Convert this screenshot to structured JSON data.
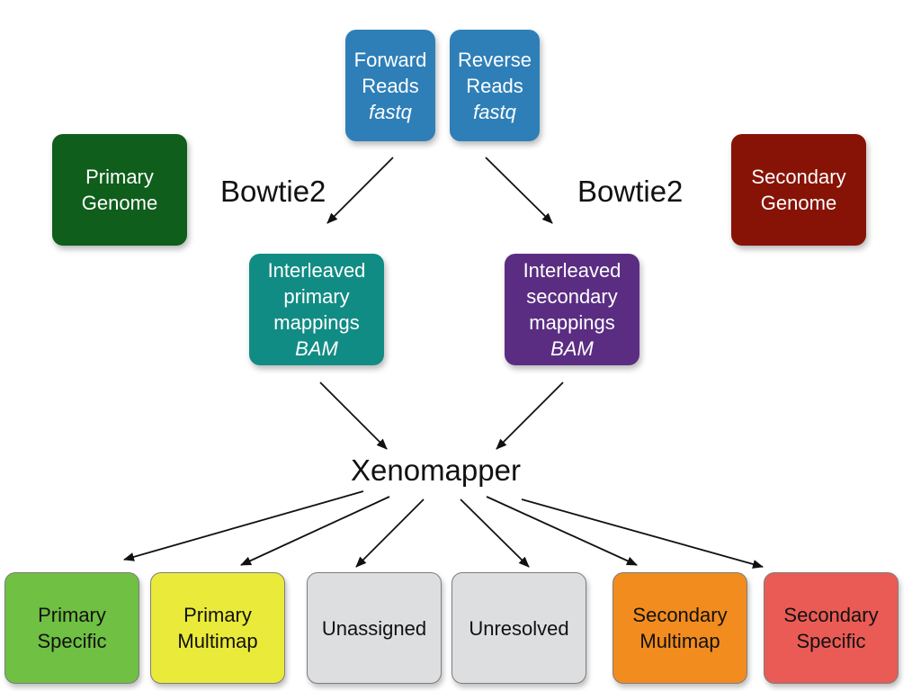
{
  "nodes": {
    "forward_reads": {
      "line1": "Forward",
      "line2": "Reads",
      "line3": "fastq",
      "color": "#2e7fb8"
    },
    "reverse_reads": {
      "line1": "Reverse",
      "line2": "Reads",
      "line3": "fastq",
      "color": "#2e7fb8"
    },
    "primary_genome": {
      "line1": "Primary",
      "line2": "Genome",
      "color": "#0f5e1c"
    },
    "secondary_genome": {
      "line1": "Secondary",
      "line2": "Genome",
      "color": "#871307"
    },
    "primary_mappings": {
      "line1": "Interleaved",
      "line2": "primary",
      "line3": "mappings",
      "line4": "BAM",
      "color": "#118c84"
    },
    "secondary_mappings": {
      "line1": "Interleaved",
      "line2": "secondary",
      "line3": "mappings",
      "line4": "BAM",
      "color": "#5a2d82"
    }
  },
  "labels": {
    "bowtie_left": "Bowtie2",
    "bowtie_right": "Bowtie2",
    "xenomapper": "Xenomapper"
  },
  "outputs": [
    {
      "line1": "Primary",
      "line2": "Specific",
      "color": "#6fc043"
    },
    {
      "line1": "Primary",
      "line2": "Multimap",
      "color": "#eaea3a"
    },
    {
      "line1": "Unassigned",
      "color": "#dddee0"
    },
    {
      "line1": "Unresolved",
      "color": "#dddee0"
    },
    {
      "line1": "Secondary",
      "line2": "Multimap",
      "color": "#f28c1e"
    },
    {
      "line1": "Secondary",
      "line2": "Specific",
      "color": "#ea5b55"
    }
  ]
}
